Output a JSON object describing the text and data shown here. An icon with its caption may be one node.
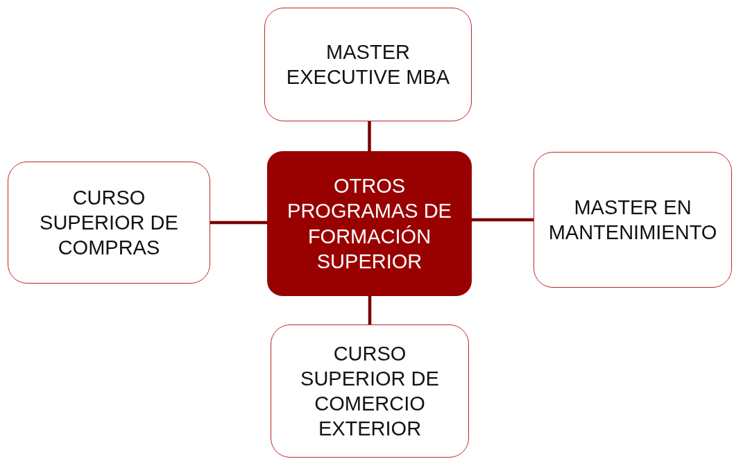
{
  "diagram": {
    "nodes": [
      {
        "text": [
          "MASTER EXECUTIVE MBA"
        ]
      },
      {
        "text": [
          "CURSO SUPERIOR DE COMPRAS"
        ]
      },
      {
        "text": [
          "OTROS PROGRAMAS DE FORMACIÓN SUPERIOR"
        ]
      },
      {
        "text": [
          "MASTER EN MANTENIMIENTO"
        ]
      },
      {
        "text": [
          "CURSO SUPERIOR DE COMERCIO EXTERIOR"
        ]
      }
    ],
    "edges": [
      {
        "from": 2,
        "to": 0,
        "arrow": "none"
      },
      {
        "from": 2,
        "to": 1,
        "arrow": "none"
      },
      {
        "from": 2,
        "to": 3,
        "arrow": "none"
      },
      {
        "from": 2,
        "to": 4,
        "arrow": "none"
      }
    ]
  }
}
